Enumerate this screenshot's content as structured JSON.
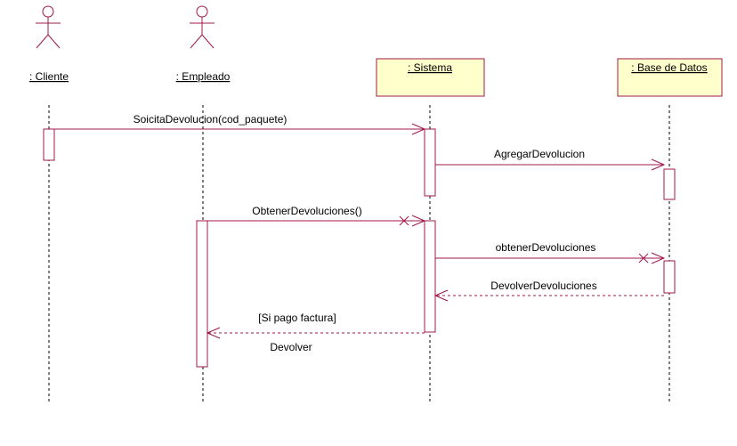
{
  "diagram": {
    "participants": [
      {
        "id": "cliente",
        "kind": "actor",
        "label": ": Cliente"
      },
      {
        "id": "empleado",
        "kind": "actor",
        "label": ": Empleado"
      },
      {
        "id": "sistema",
        "kind": "object",
        "label": ": Sistema"
      },
      {
        "id": "bd",
        "kind": "object",
        "label": ": Base de Datos"
      }
    ],
    "messages": [
      {
        "id": "m1",
        "from": "cliente",
        "to": "sistema",
        "label": "SoicitaDevolucion(cod_paquete)",
        "style": "solid",
        "arrow": "open"
      },
      {
        "id": "m2",
        "from": "sistema",
        "to": "bd",
        "label": "AgregarDevolucion",
        "style": "solid",
        "arrow": "open"
      },
      {
        "id": "m3",
        "from": "empleado",
        "to": "sistema",
        "label": "ObtenerDevoluciones()",
        "style": "solid",
        "arrow": "open-x"
      },
      {
        "id": "m4",
        "from": "sistema",
        "to": "bd",
        "label": "obtenerDevoluciones",
        "style": "solid",
        "arrow": "open-x"
      },
      {
        "id": "m5",
        "from": "bd",
        "to": "sistema",
        "label": "DevolverDevoluciones",
        "style": "dashed",
        "arrow": "open"
      },
      {
        "id": "m6",
        "from": "sistema",
        "to": "empleado",
        "label": "[Si pago factura]",
        "label2": "Devolver",
        "style": "dashed",
        "arrow": "open"
      }
    ],
    "colors": {
      "message": "#a0184a",
      "box_fill": "#ffffcc",
      "box_stroke": "#a0184a",
      "lifeline": "#000000",
      "activation_stroke": "#a0184a"
    }
  }
}
